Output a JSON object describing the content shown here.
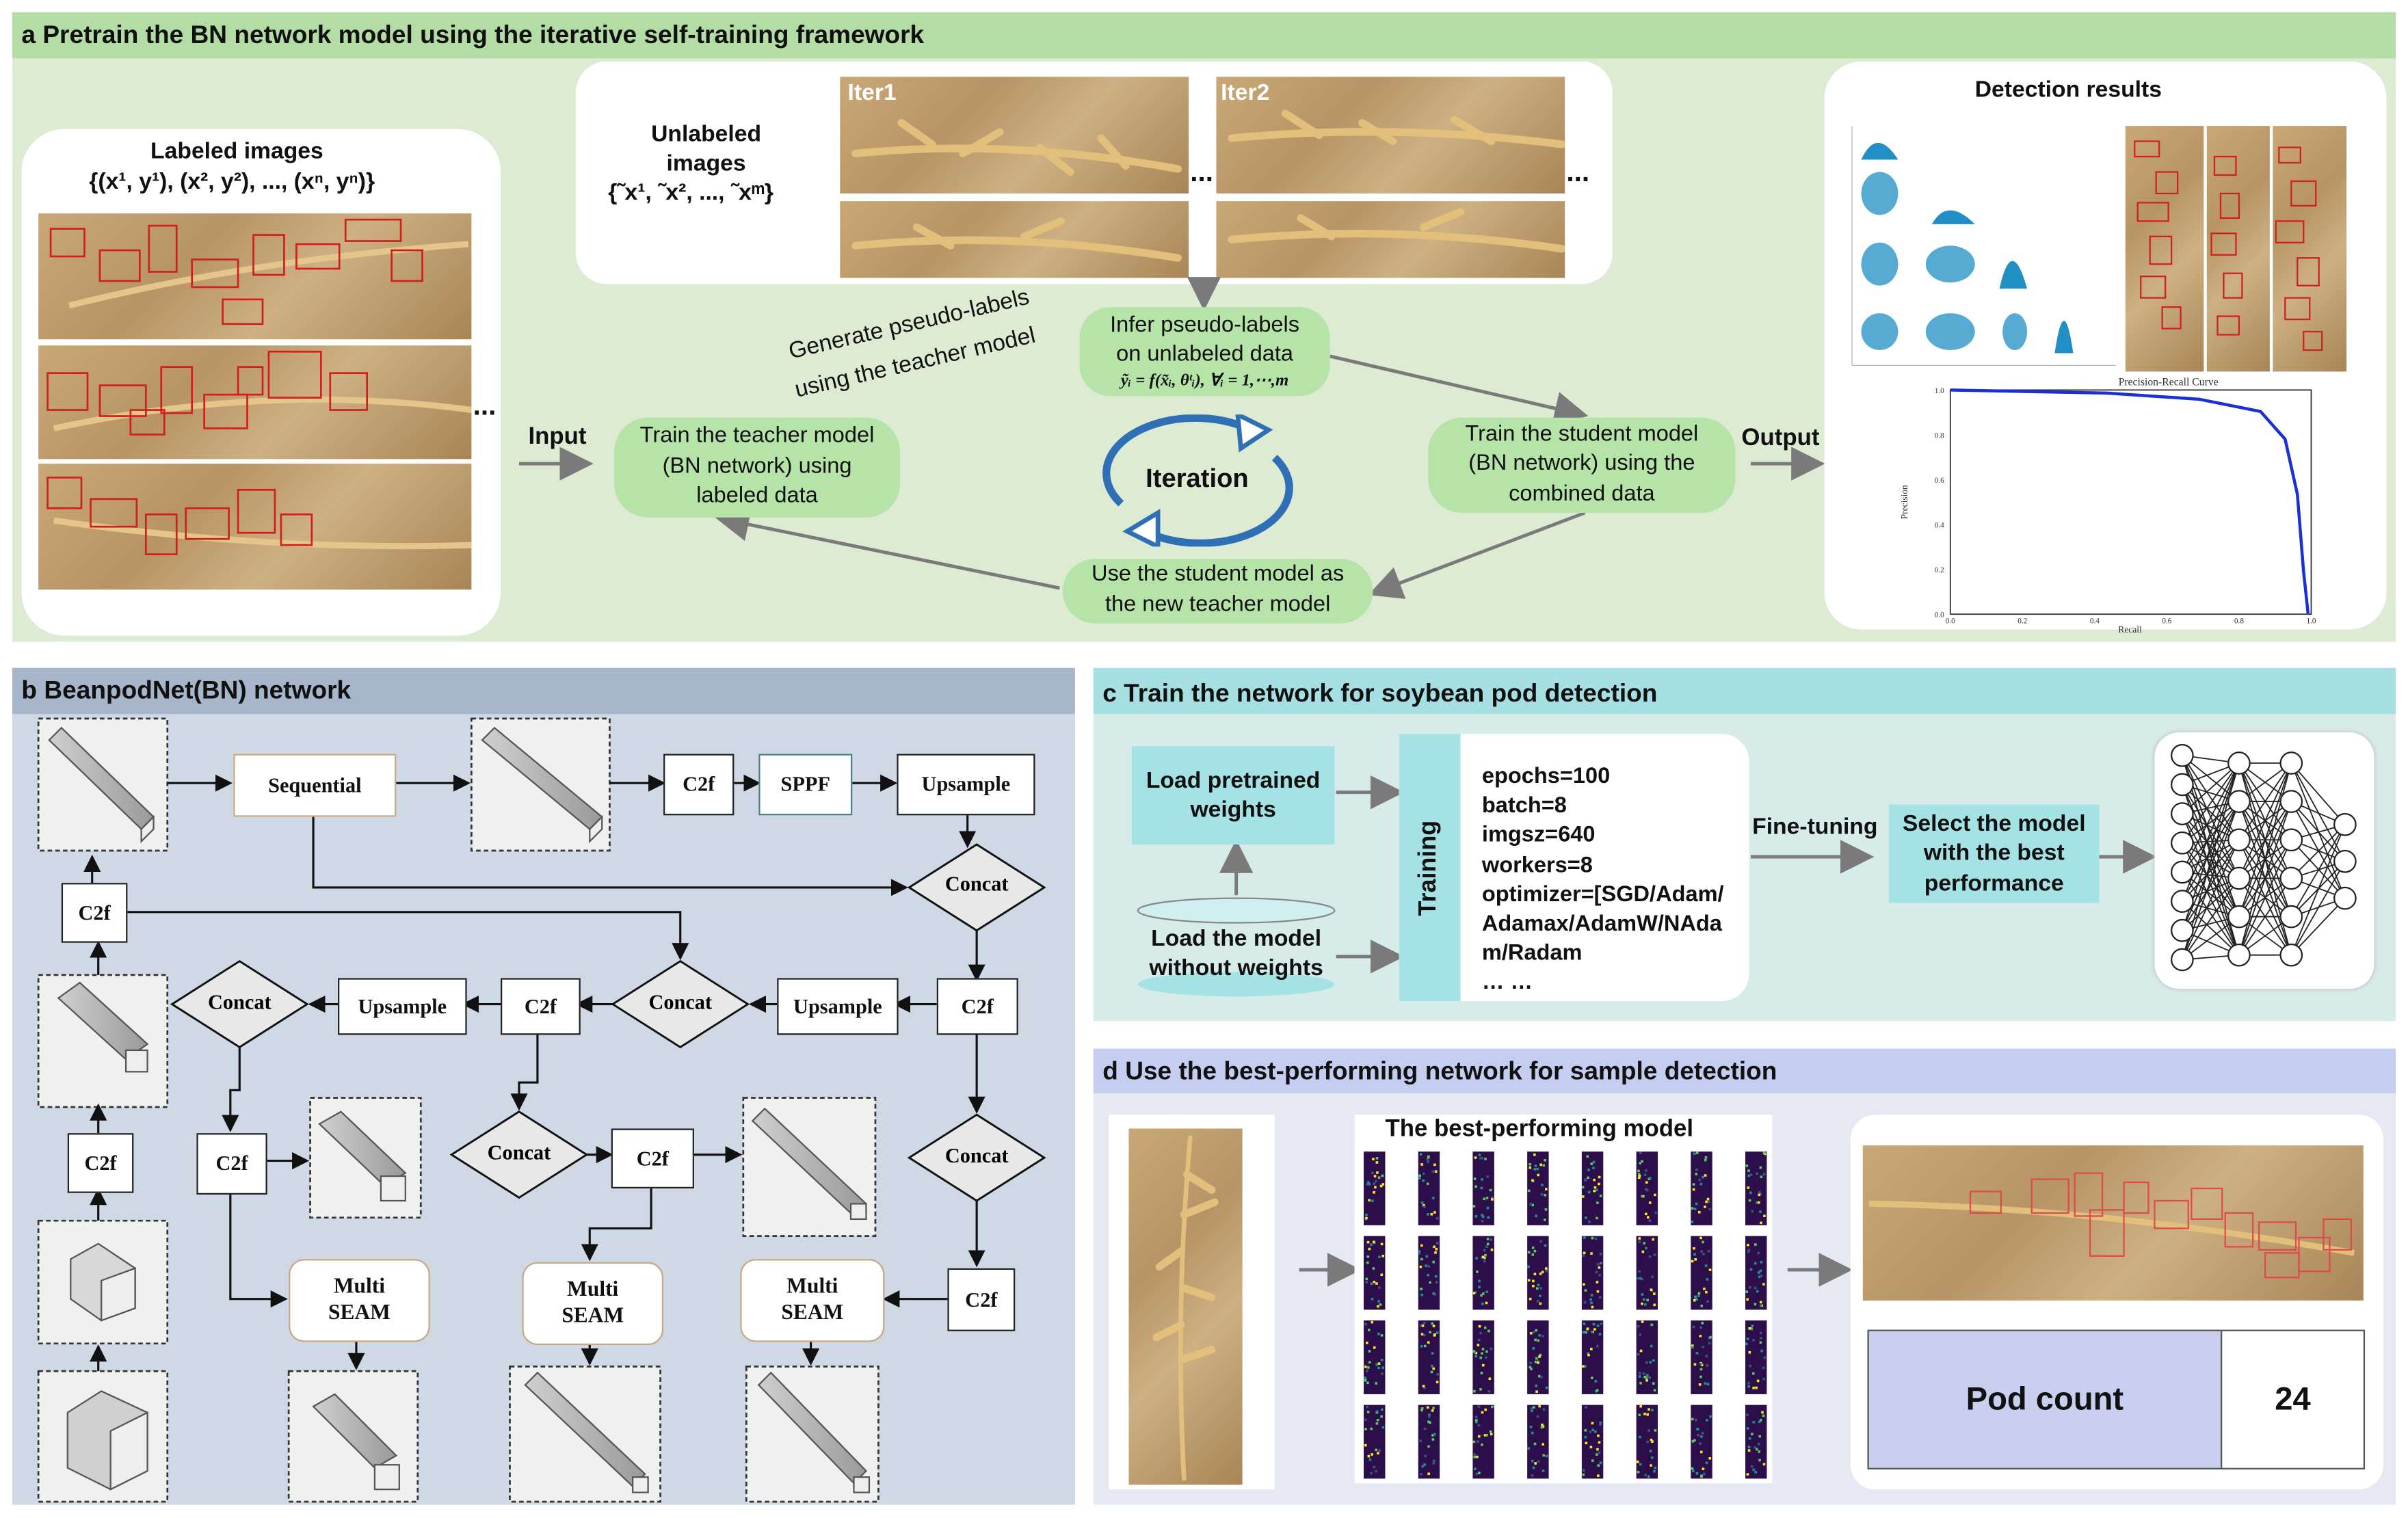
{
  "panel_a": {
    "title": "a Pretrain the BN network model using the iterative self-training framework",
    "labeled_title": "Labeled images",
    "labeled_formula": "{(x¹, y¹), (x², y²), ..., (xⁿ, yⁿ)}",
    "unlabeled_title_1": "Unlabeled",
    "unlabeled_title_2": "images",
    "unlabeled_formula": "{˜x¹, ˜x², ..., ˜xᵐ}",
    "iter1": "Iter1",
    "iter2": "Iter2",
    "ellipsis": "...",
    "input_label": "Input",
    "output_label": "Output",
    "teacher_box": "Train the teacher model (BN network) using labeled data",
    "generate_label_1": "Generate pseudo-labels",
    "generate_label_2": "using the teacher model",
    "infer_box_1": "Infer pseudo-labels",
    "infer_box_2": "on unlabeled data",
    "infer_formula": "ỹᵢ = f(x̃ᵢ, θᵗᵢ), ∀ᵢ = 1,⋯,m",
    "student_box": "Train the student model (BN network) using the combined data",
    "use_student_box": "Use the student model as the new teacher model",
    "iteration": "Iteration",
    "detection_results": "Detection results",
    "pr_curve": {
      "title": "Precision-Recall Curve",
      "xlabel": "Recall",
      "ylabel": "Precision",
      "x_ticks": [
        "0.0",
        "0.2",
        "0.4",
        "0.6",
        "0.8",
        "1.0"
      ],
      "y_ticks": [
        "1.0",
        "0.8",
        "0.6",
        "0.4",
        "0.2",
        "0.0"
      ]
    }
  },
  "panel_b": {
    "title": "b BeanpodNet(BN) network",
    "sequential": "Sequential",
    "c2f": "C2f",
    "sppf": "SPPF",
    "upsample": "Upsample",
    "concat": "Concat",
    "seam_1": "Multi",
    "seam_2": "SEAM"
  },
  "panel_c": {
    "title": "c Train the network for soybean pod detection",
    "load_pretrained": "Load pretrained weights",
    "load_without": "Load the model without weights",
    "training": "Training",
    "params": [
      "epochs=100",
      "batch=8",
      "imgsz=640",
      "workers=8",
      "optimizer=[SGD/Adam/",
      "Adamax/AdamW/NAda",
      "m/Radam",
      "… …"
    ],
    "fine_tuning": "Fine-tuning",
    "select_model": "Select the model with the best performance"
  },
  "panel_d": {
    "title": "d  Use the best-performing network for sample detection",
    "best_model": "The best-performing model",
    "pod_count_label": "Pod count",
    "pod_count_value": "24"
  },
  "colors": {
    "panel_a_bg": "#dcebd2",
    "panel_a_header": "#b4dda6",
    "pill_green": "#b6e3a7",
    "panel_b_bg": "#cfd9e6",
    "panel_c_bg": "#d7ece8",
    "cyan_box": "#a4e2e6",
    "panel_d_bg": "#e6e8f4",
    "iteration_blue": "#2f6fb5",
    "pr_line": "#1a2fd6",
    "bbox_red": "#d0201a"
  }
}
